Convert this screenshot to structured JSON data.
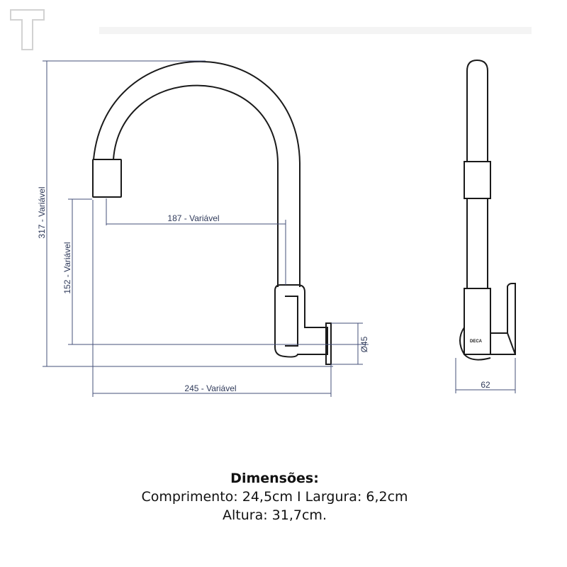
{
  "drawing": {
    "dimensions": {
      "total_height": "317 - Variável",
      "spout_height": "152 - Variável",
      "spout_reach": "187 - Variável",
      "total_length": "245 - Variável",
      "base_diameter": "Ø45",
      "width": "62"
    },
    "brand_mark": "DECA"
  },
  "caption": {
    "heading": "Dimensões:",
    "line1": "Comprimento: 24,5cm I Largura: 6,2cm",
    "line2": "Altura: 31,7cm."
  }
}
